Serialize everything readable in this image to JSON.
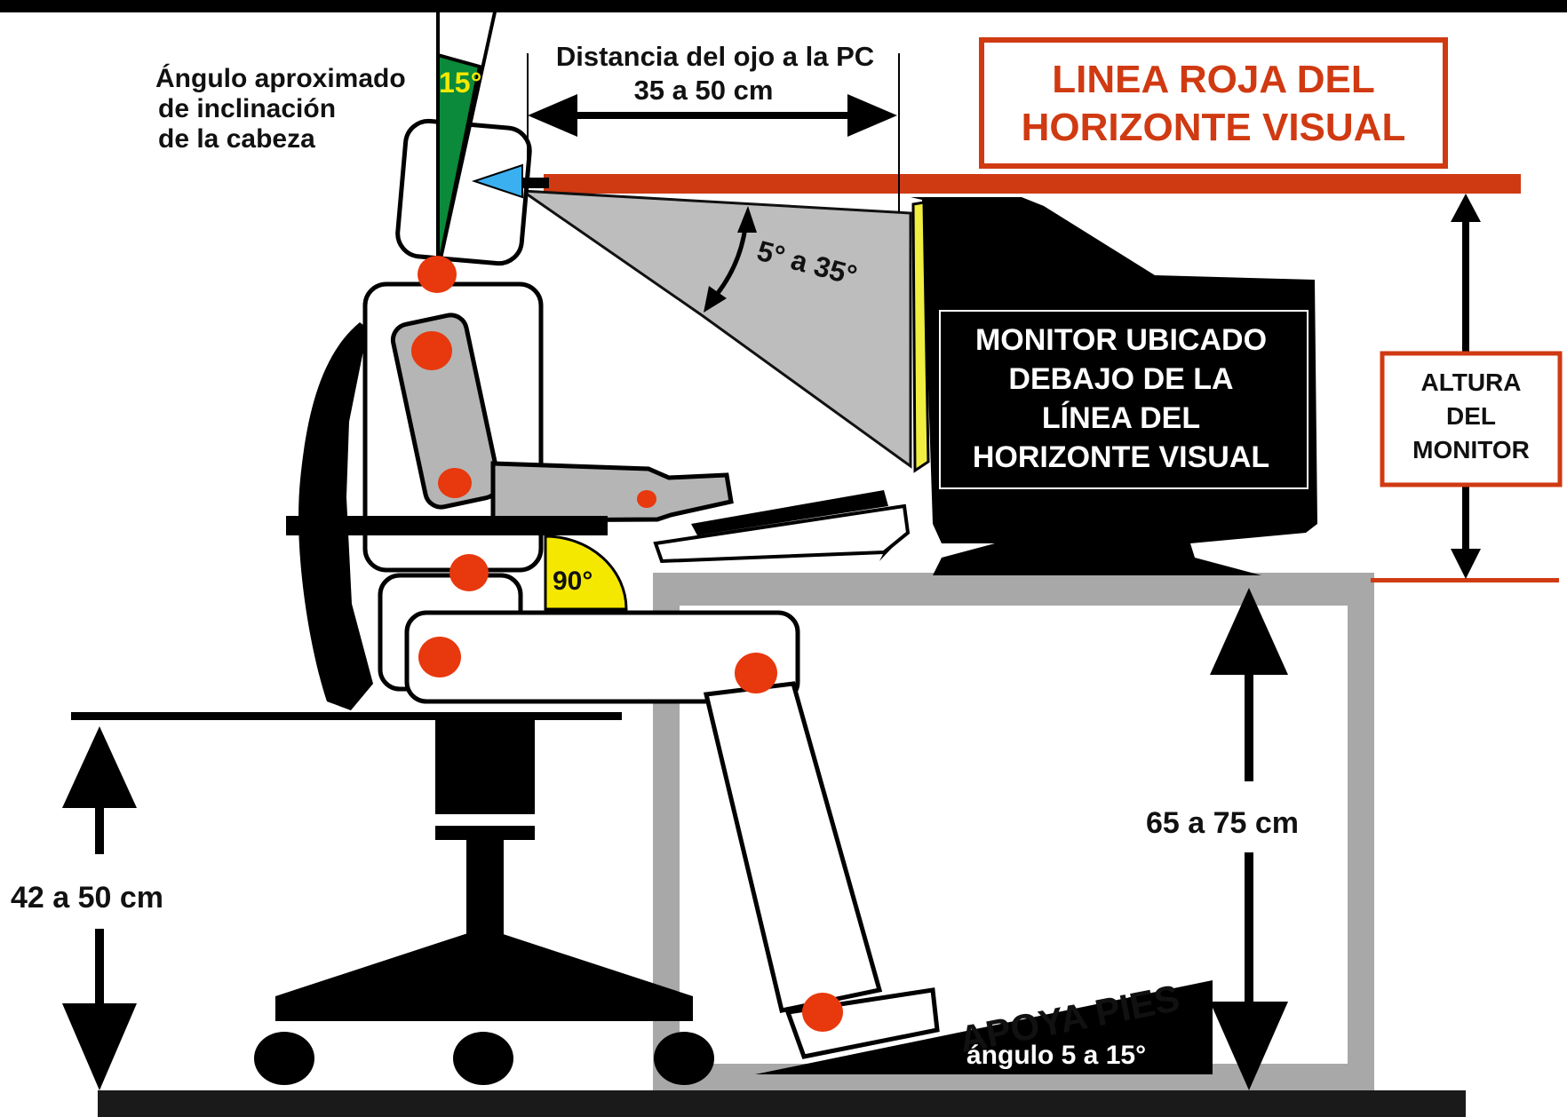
{
  "head_angle": {
    "label_line1": "Ángulo aproximado",
    "label_line2": "de inclinación",
    "label_line3": "de la cabeza",
    "value": "15°"
  },
  "eye_distance": {
    "line1": "Distancia del ojo a la PC",
    "line2": "35 a 50 cm"
  },
  "horizon_title": {
    "line1": "LINEA ROJA DEL",
    "line2": "HORIZONTE VISUAL"
  },
  "view_angle": "5° a 35°",
  "monitor_label": {
    "line1": "MONITOR UBICADO",
    "line2": "DEBAJO DE LA",
    "line3": "LÍNEA DEL",
    "line4": "HORIZONTE VISUAL"
  },
  "monitor_height": {
    "line1": "ALTURA",
    "line2": "DEL",
    "line3": "MONITOR"
  },
  "elbow_angle": "90°",
  "desk_height": "65 a 75 cm",
  "seat_height": "42 a 50 cm",
  "footrest": {
    "title": "APOYA PIES",
    "angle": "ángulo 5 a 15°"
  },
  "colors": {
    "red_line": "#d03a12",
    "joint": "#e8380d",
    "screen_edge": "#f0ee40",
    "head_angle_wedge": "#0a8a3a",
    "elbow_wedge": "#f5e800"
  }
}
